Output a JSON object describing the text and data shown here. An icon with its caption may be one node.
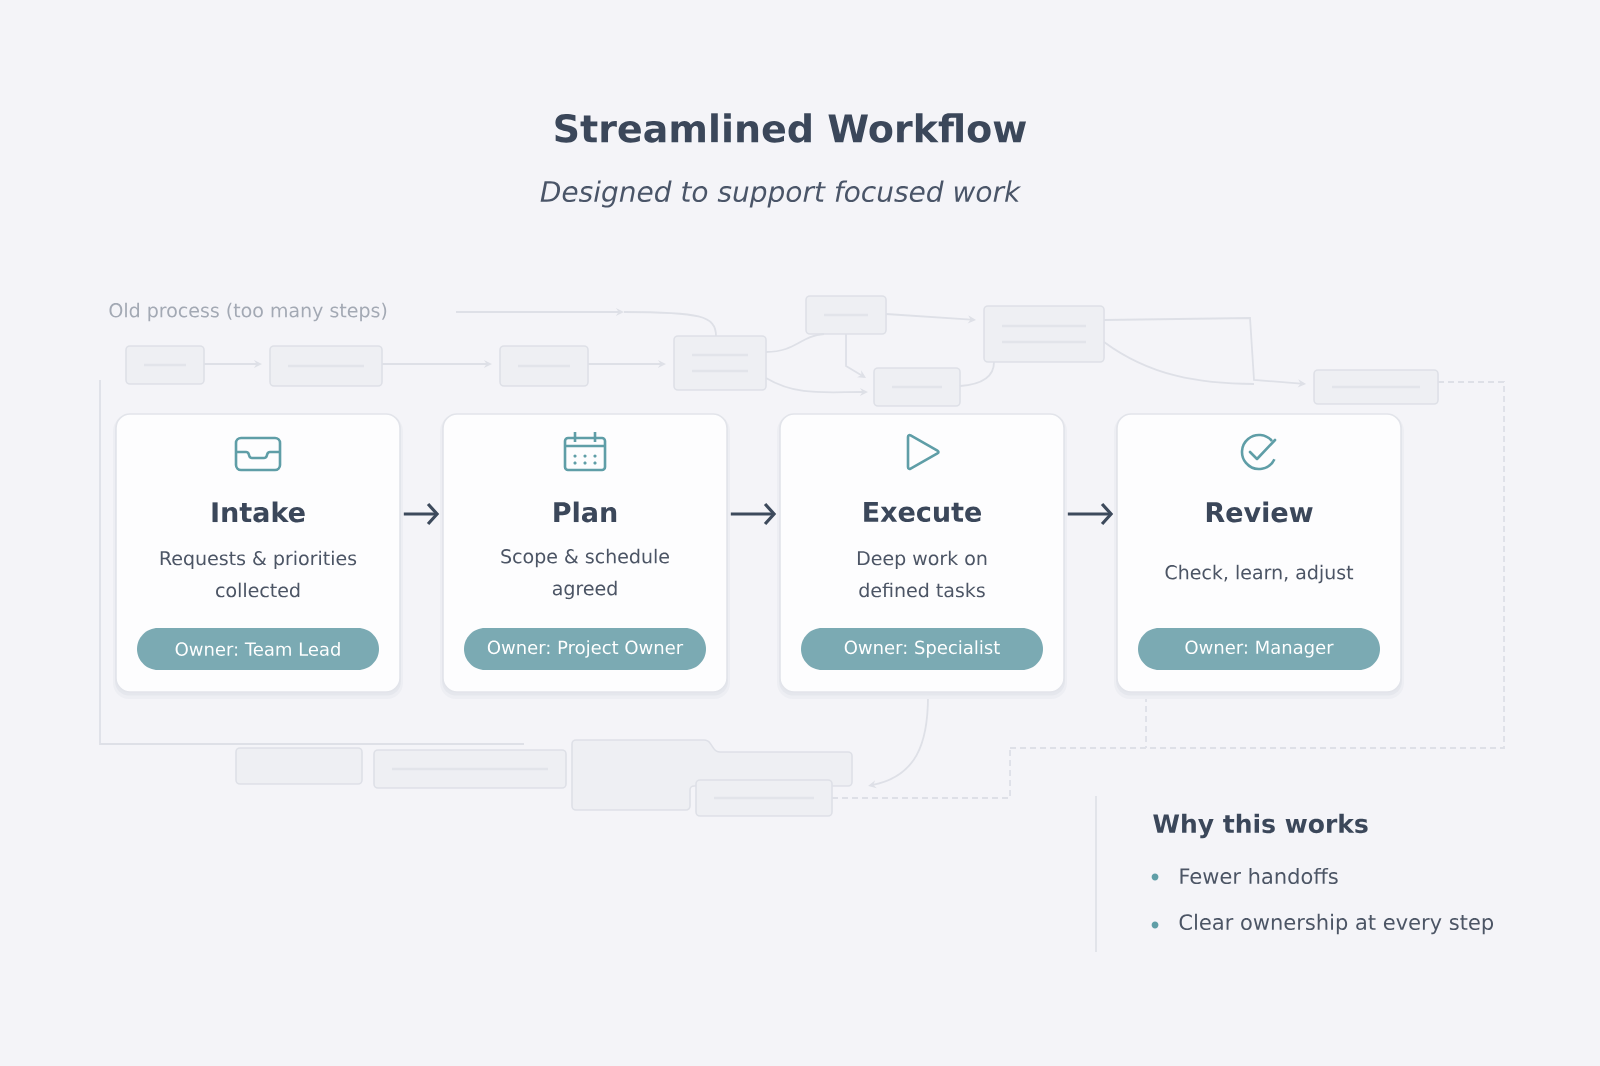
{
  "diagram": {
    "title": "Streamlined Workflow",
    "nodes": [
      {
        "text": [
          "Intake",
          "Requests & priorities collected"
        ]
      },
      {
        "text": [
          "Owner: Team Lead"
        ],
        "in": 0
      },
      {
        "text": [
          "Plan",
          "Scope & schedule agreed"
        ]
      },
      {
        "text": [
          "Owner: Project Owner"
        ],
        "in": 2
      },
      {
        "text": [
          "Execute",
          "Deep work on defined tasks"
        ]
      },
      {
        "text": [
          "Owner: Specialist"
        ],
        "in": 4
      },
      {
        "text": [
          "Review",
          "Check, learn, adjust"
        ]
      },
      {
        "text": [
          "Owner: Manager"
        ],
        "in": 6
      }
    ],
    "edges": [
      {
        "from": 0,
        "to": 2,
        "arrow": "to"
      },
      {
        "from": 2,
        "to": 4,
        "arrow": "to"
      },
      {
        "from": 4,
        "to": 6,
        "arrow": "to"
      }
    ],
    "labels": [
      "Designed to support focused work",
      "Old process (too many steps)",
      "Why this works",
      "Fewer handoffs",
      "Clear ownership at every step"
    ]
  }
}
